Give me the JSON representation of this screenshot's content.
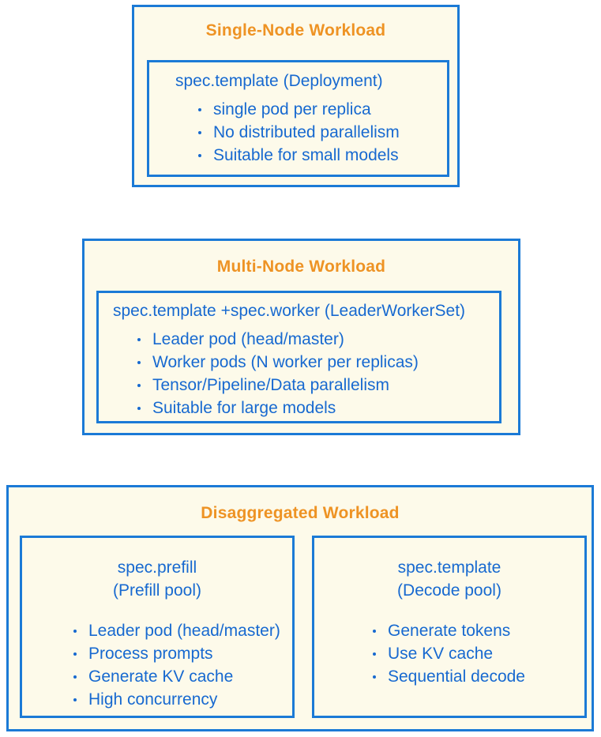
{
  "theme": {
    "page_background": "#ffffff",
    "card_fill": "#fdfaea",
    "border_color": "#1b7ad6",
    "title_color": "#ee9324",
    "body_text_color": "#1769d0"
  },
  "blocks": [
    {
      "id": "single-node",
      "title": "Single-Node Workload",
      "panels": [
        {
          "id": "spec-single",
          "heading": "spec.template (Deployment)",
          "bullets": [
            "single pod per replica",
            "No distributed parallelism",
            "Suitable for small models"
          ]
        }
      ]
    },
    {
      "id": "multi-node",
      "title": "Multi-Node Workload",
      "panels": [
        {
          "id": "spec-multi",
          "heading": "spec.template +spec.worker (LeaderWorkerSet)",
          "bullets": [
            "Leader pod (head/master)",
            "Worker pods (N worker per replicas)",
            "Tensor/Pipeline/Data parallelism",
            "Suitable for large models"
          ]
        }
      ]
    },
    {
      "id": "disaggregated",
      "title": "Disaggregated Workload",
      "panels": [
        {
          "id": "spec-prefill",
          "heading": "spec.prefill\n(Prefill pool)",
          "bullets": [
            "Leader pod (head/master)",
            "Process prompts",
            "Generate KV cache",
            "High concurrency"
          ]
        },
        {
          "id": "spec-decode",
          "heading": "spec.template\n(Decode pool)",
          "bullets": [
            "Generate tokens",
            "Use KV cache",
            "Sequential decode"
          ]
        }
      ]
    }
  ]
}
